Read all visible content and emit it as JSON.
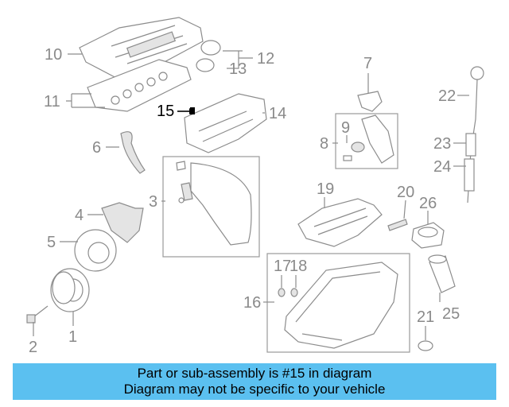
{
  "highlighted_part": "15",
  "callouts": {
    "c1": "1",
    "c2": "2",
    "c3": "3",
    "c4": "4",
    "c5": "5",
    "c6": "6",
    "c7": "7",
    "c8": "8",
    "c9": "9",
    "c10": "10",
    "c11": "11",
    "c12": "12",
    "c13": "13",
    "c14": "14",
    "c15": "15",
    "c16": "16",
    "c17": "17",
    "c18": "18",
    "c19": "19",
    "c20": "20",
    "c21": "21",
    "c22": "22",
    "c23": "23",
    "c24": "24",
    "c25": "25",
    "c26": "26"
  },
  "banner": {
    "line1": "Part or sub-assembly is #15 in diagram",
    "line2": "Diagram may not be specific to your vehicle"
  },
  "colors": {
    "banner": "#5bc0f0",
    "line": "#8c8c8c",
    "highlight": "#000000"
  }
}
